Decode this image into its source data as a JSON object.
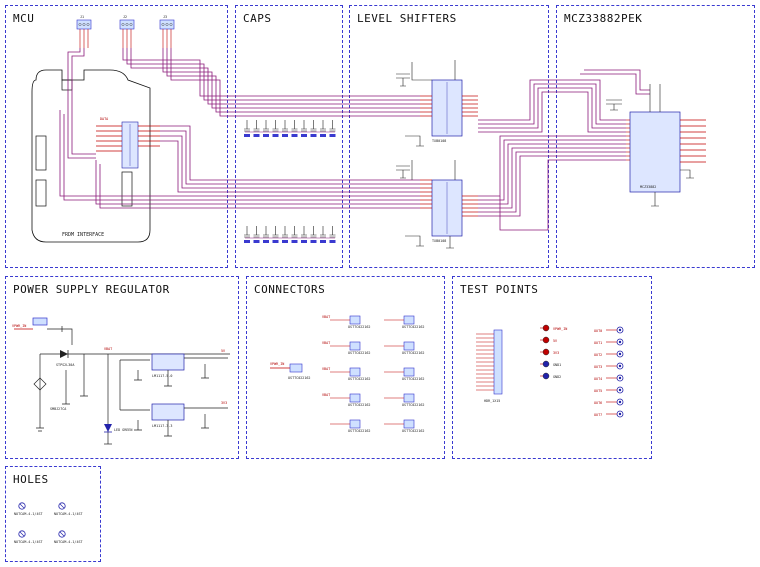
{
  "blocks": {
    "mcu": "MCU",
    "caps": "CAPS",
    "level_shifters": "LEVEL SHIFTERS",
    "mcz": "MCZ33882PEK",
    "power": "POWER SUPPLY REGULATOR",
    "connectors": "CONNECTORS",
    "test_points": "TEST POINTS",
    "holes": "HOLES"
  },
  "mcu": {
    "frdm_label": "FRDM INTERFACE",
    "headers": [
      "J1",
      "J2",
      "J3"
    ]
  },
  "level_shifters": {
    "ic_top": "TXB0108",
    "ic_bottom": "TXB0108"
  },
  "mcz": {
    "ic_name": "MCZ33882"
  },
  "power": {
    "input_label": "VPWR_IN",
    "diode_label": "STPS2L30A",
    "tvs_label": "SMBJ27CA",
    "reg1_label": "LM1117-5.0",
    "reg2_label": "LM1117-3.3",
    "led_label": "LED GREEN",
    "vbat": "VBAT",
    "out_5v": "5V",
    "out_3v3": "3V3"
  },
  "connectors": {
    "vpwr_label": "VPWR_IN",
    "part": "OSTTC022162",
    "vbat": "VBAT"
  },
  "test_points": {
    "header": "HDR_1X15",
    "tp_labels": [
      "VPWR_IN",
      "5V",
      "3V3",
      "GND1",
      "GND2"
    ],
    "out_labels": [
      "OUT0",
      "OUT1",
      "OUT2",
      "OUT3",
      "OUT4",
      "OUT5",
      "OUT6",
      "OUT7"
    ]
  },
  "holes": {
    "part": "NOTCAM-4-1/4ST"
  }
}
